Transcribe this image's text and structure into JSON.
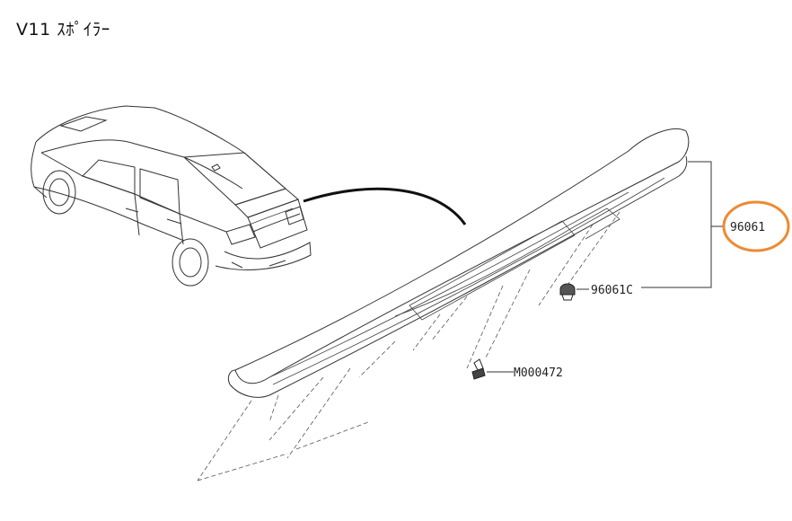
{
  "title": "V11 ｽﾎﾟｲﾗｰ",
  "parts": {
    "spoiler": {
      "code": "96061",
      "highlighted": true
    },
    "clip": {
      "code": "96061C"
    },
    "screw": {
      "code": "M000472"
    }
  },
  "colors": {
    "highlight": "#ee8a32",
    "line": "#333333",
    "leader_arc": "#111111"
  },
  "icons": [
    "car-rear-view-icon",
    "spoiler-part-icon",
    "clip-icon",
    "screw-icon"
  ]
}
